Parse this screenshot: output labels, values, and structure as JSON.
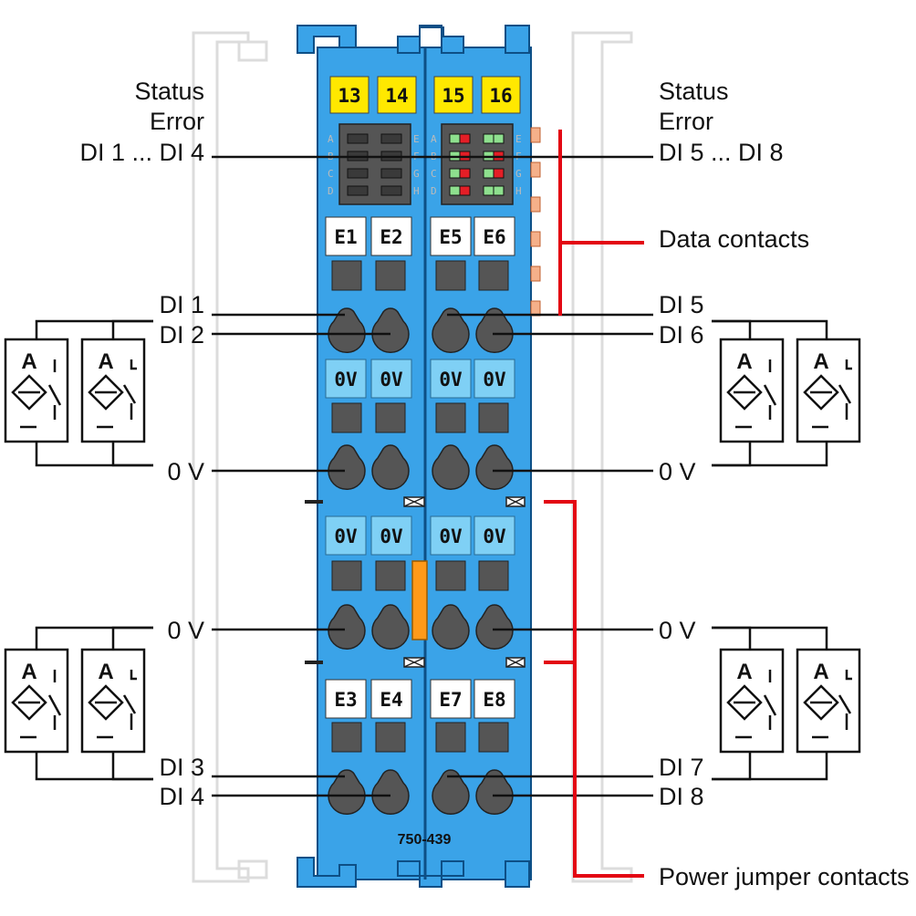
{
  "module": {
    "part_number": "750-439",
    "top_numbers": [
      "13",
      "14",
      "15",
      "16"
    ],
    "led_letters_left": [
      "A",
      "B",
      "C",
      "D"
    ],
    "led_letters_right": [
      "E",
      "F",
      "G",
      "H"
    ],
    "terminals": {
      "upper_left": [
        "E1",
        "E2"
      ],
      "upper_right": [
        "E5",
        "E6"
      ],
      "zero_v": "0V",
      "lower_left": [
        "E3",
        "E4"
      ],
      "lower_right": [
        "E7",
        "E8"
      ]
    }
  },
  "labels": {
    "status": "Status",
    "error": "Error",
    "di_range_left": "DI 1 ... DI 4",
    "di_range_right": "DI 5 ... DI 8",
    "data_contacts": "Data contacts",
    "power_jumper_contacts": "Power jumper contacts",
    "di1": "DI 1",
    "di2": "DI 2",
    "di3": "DI 3",
    "di4": "DI 4",
    "di5": "DI 5",
    "di6": "DI 6",
    "di7": "DI 7",
    "di8": "DI 8",
    "zero_v": "0 V"
  },
  "sensor_symbol": {
    "letter": "A"
  },
  "colors": {
    "module_blue": "#3aa3e8",
    "terminal_light_blue": "#7fd0f5",
    "yellow_tag": "#ffe800",
    "led_panel": "#555555",
    "callout_red": "#e30613",
    "data_contact": "#f5b08a",
    "fuse_orange": "#ff9a1a"
  }
}
